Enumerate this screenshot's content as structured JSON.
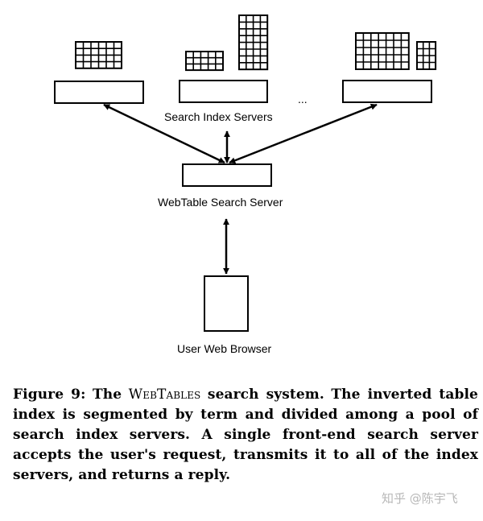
{
  "diagram": {
    "labels": {
      "index_servers": "Search Index Servers",
      "ellipsis": "...",
      "search_server": "WebTable Search Server",
      "browser": "User Web Browser"
    }
  },
  "caption": {
    "figure": "Figure 9:",
    "the": "The",
    "name": "WebTables",
    "title_rest": "search system.",
    "body": "The inverted table index is segmented by term and divided among a pool of search index servers. A single front-end search server accepts the user's request, transmits it to all of the index servers, and returns a reply."
  },
  "watermark": "知乎 @陈宇飞"
}
